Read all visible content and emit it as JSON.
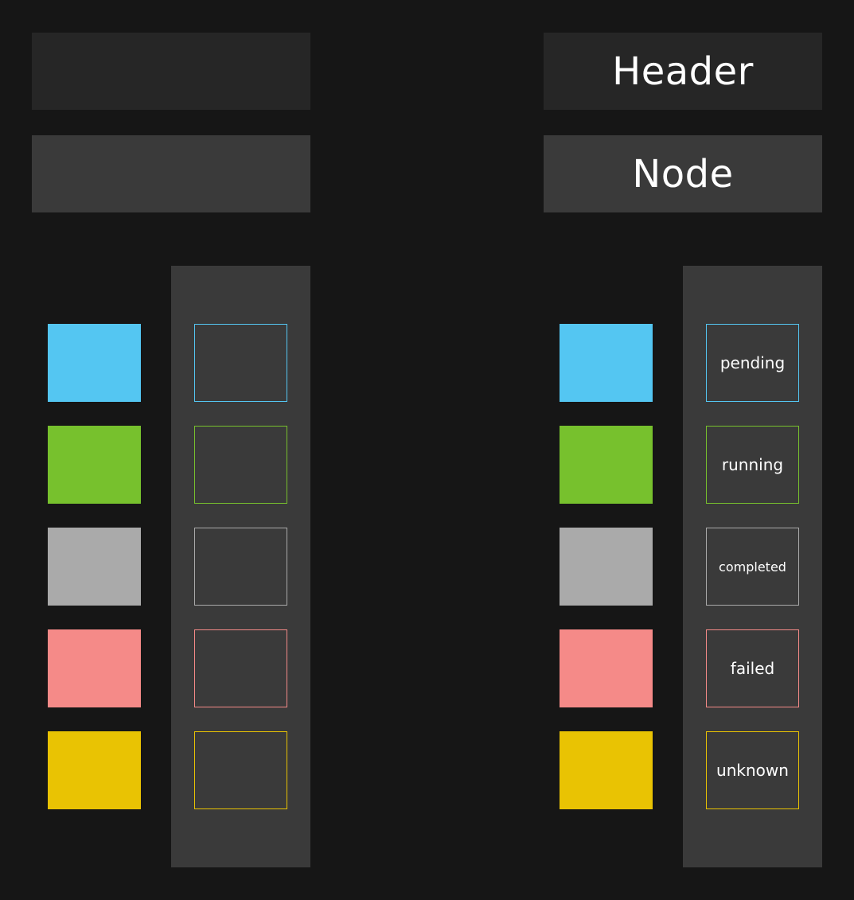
{
  "panels": {
    "left": {
      "header": "",
      "node": ""
    },
    "right": {
      "header": "Header",
      "node": "Node"
    }
  },
  "statuses": [
    {
      "label": "pending",
      "color": "#54c6f2"
    },
    {
      "label": "running",
      "color": "#77c12d"
    },
    {
      "label": "completed",
      "color": "#aaaaaa"
    },
    {
      "label": "failed",
      "color": "#f58a88"
    },
    {
      "label": "unknown",
      "color": "#e9c303"
    }
  ],
  "colors": {
    "background": "#161616",
    "header": "#262626",
    "node": "#3a3a3a"
  }
}
